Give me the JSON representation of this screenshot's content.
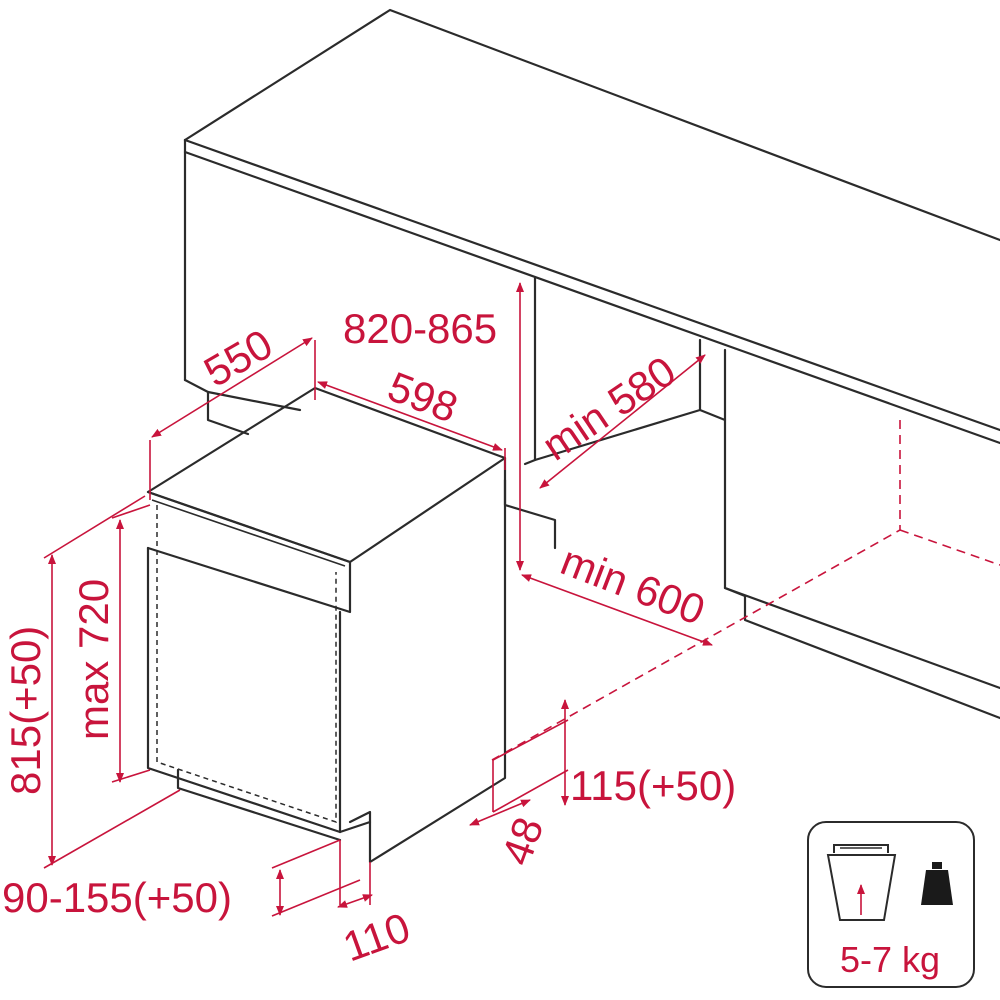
{
  "dimensions": {
    "d550": "550",
    "d598": "598",
    "d820_865": "820-865",
    "min580": "min 580",
    "min600": "min 600",
    "max720": "max 720",
    "d815": "815(+50)",
    "d115": "115(+50)",
    "d48": "48",
    "d90_155": "90-155(+50)",
    "d110": "110"
  },
  "weight_badge": {
    "label": "5-7 kg",
    "icons": [
      "basket-icon",
      "weight-icon"
    ]
  },
  "colors": {
    "dimension": "#c8143c",
    "outline": "#2b2b2b"
  }
}
